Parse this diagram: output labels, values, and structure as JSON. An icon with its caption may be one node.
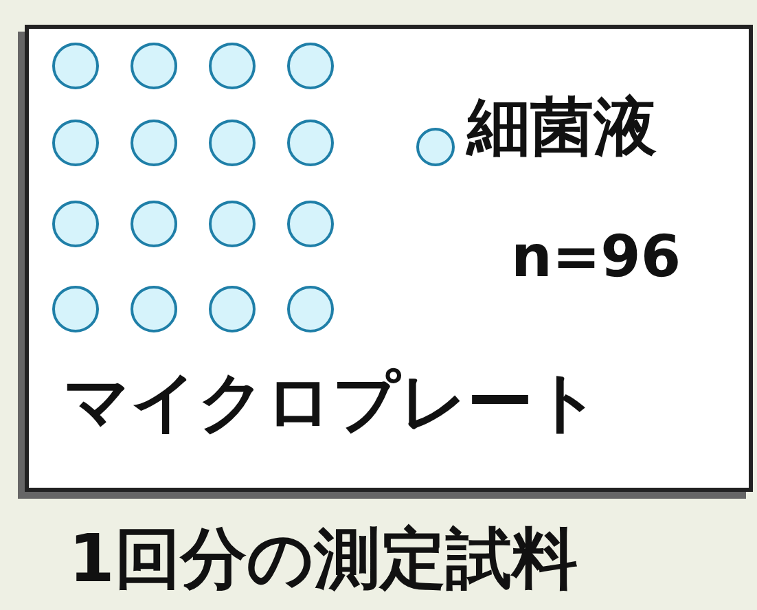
{
  "diagram": {
    "caption": "1回分の測定試料",
    "nodes": [
      {
        "text": [
          "マイクロプレート"
        ]
      },
      {
        "text": [],
        "shape": "circle",
        "in": 0
      },
      {
        "text": [],
        "shape": "circle",
        "in": 0
      },
      {
        "text": [],
        "shape": "circle",
        "in": 0
      },
      {
        "text": [],
        "shape": "circle",
        "in": 0
      },
      {
        "text": [],
        "shape": "circle",
        "in": 0
      },
      {
        "text": [],
        "shape": "circle",
        "in": 0
      },
      {
        "text": [],
        "shape": "circle",
        "in": 0
      },
      {
        "text": [],
        "shape": "circle",
        "in": 0
      },
      {
        "text": [],
        "shape": "circle",
        "in": 0
      },
      {
        "text": [],
        "shape": "circle",
        "in": 0
      },
      {
        "text": [],
        "shape": "circle",
        "in": 0
      },
      {
        "text": [],
        "shape": "circle",
        "in": 0
      },
      {
        "text": [],
        "shape": "circle",
        "in": 0
      },
      {
        "text": [],
        "shape": "circle",
        "in": 0
      },
      {
        "text": [],
        "shape": "circle",
        "in": 0
      },
      {
        "text": [],
        "shape": "circle",
        "in": 0
      },
      {
        "text": [],
        "shape": "circle",
        "in": 0,
        "beside": [
          "細菌液"
        ]
      }
    ],
    "labels": [
      "n=96"
    ]
  }
}
